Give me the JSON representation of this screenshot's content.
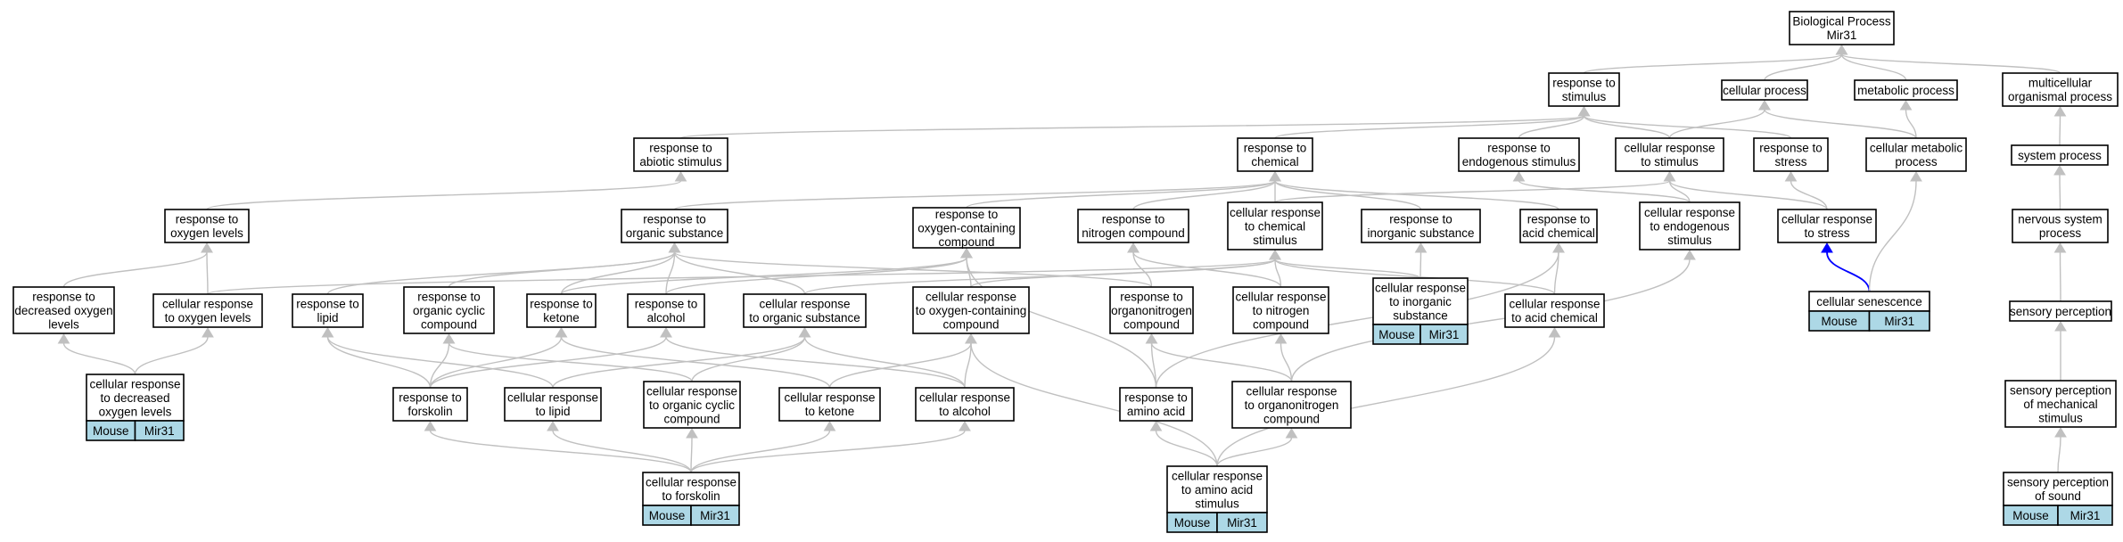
{
  "title": "Biological Process Mir31",
  "colors": {
    "edge": "#c0c0c0",
    "highlight_edge": "#0000ff",
    "tag_fill": "#add8e6",
    "node_border": "#000000"
  },
  "nodes": [
    {
      "id": "bp",
      "lines": [
        "Biological Process",
        "Mir31"
      ]
    },
    {
      "id": "rs",
      "lines": [
        "response to",
        "stimulus"
      ]
    },
    {
      "id": "cp",
      "lines": [
        "cellular process"
      ]
    },
    {
      "id": "mp",
      "lines": [
        "metabolic process"
      ]
    },
    {
      "id": "mop",
      "lines": [
        "multicellular",
        "organismal process"
      ]
    },
    {
      "id": "ras",
      "lines": [
        "response to",
        "abiotic stimulus"
      ]
    },
    {
      "id": "rc",
      "lines": [
        "response to",
        "chemical"
      ]
    },
    {
      "id": "res",
      "lines": [
        "response to",
        "endogenous stimulus"
      ]
    },
    {
      "id": "crs",
      "lines": [
        "cellular response",
        "to stimulus"
      ]
    },
    {
      "id": "rst",
      "lines": [
        "response to",
        "stress"
      ]
    },
    {
      "id": "cmp",
      "lines": [
        "cellular metabolic",
        "process"
      ]
    },
    {
      "id": "sp",
      "lines": [
        "system process"
      ]
    },
    {
      "id": "rol",
      "lines": [
        "response to",
        "oxygen levels"
      ]
    },
    {
      "id": "ros",
      "lines": [
        "response to",
        "organic substance"
      ]
    },
    {
      "id": "rocc",
      "lines": [
        "response to",
        "oxygen-containing",
        "compound"
      ]
    },
    {
      "id": "rnc",
      "lines": [
        "response to",
        "nitrogen compound"
      ]
    },
    {
      "id": "crcs",
      "lines": [
        "cellular response",
        "to chemical",
        "stimulus"
      ]
    },
    {
      "id": "ris",
      "lines": [
        "response to",
        "inorganic substance"
      ]
    },
    {
      "id": "rac",
      "lines": [
        "response to",
        "acid chemical"
      ]
    },
    {
      "id": "cres",
      "lines": [
        "cellular response",
        "to endogenous",
        "stimulus"
      ]
    },
    {
      "id": "crst",
      "lines": [
        "cellular response",
        "to stress"
      ]
    },
    {
      "id": "nsp",
      "lines": [
        "nervous system",
        "process"
      ]
    },
    {
      "id": "rdol",
      "lines": [
        "response to",
        "decreased oxygen",
        "levels"
      ]
    },
    {
      "id": "crol",
      "lines": [
        "cellular response",
        "to oxygen levels"
      ]
    },
    {
      "id": "rl",
      "lines": [
        "response to",
        "lipid"
      ]
    },
    {
      "id": "rocy",
      "lines": [
        "response to",
        "organic cyclic",
        "compound"
      ]
    },
    {
      "id": "rk",
      "lines": [
        "response to",
        "ketone"
      ]
    },
    {
      "id": "ra",
      "lines": [
        "response to",
        "alcohol"
      ]
    },
    {
      "id": "cros",
      "lines": [
        "cellular response",
        "to organic substance"
      ]
    },
    {
      "id": "crocc",
      "lines": [
        "cellular response",
        "to oxygen-containing",
        "compound"
      ]
    },
    {
      "id": "ron",
      "lines": [
        "response to",
        "organonitrogen",
        "compound"
      ]
    },
    {
      "id": "crnc",
      "lines": [
        "cellular response",
        "to nitrogen",
        "compound"
      ]
    },
    {
      "id": "cris",
      "lines": [
        "cellular response",
        "to inorganic",
        "substance"
      ],
      "tag": [
        "Mouse",
        "Mir31"
      ]
    },
    {
      "id": "crac",
      "lines": [
        "cellular response",
        "to acid chemical"
      ]
    },
    {
      "id": "cs",
      "lines": [
        "cellular senescence"
      ],
      "tag": [
        "Mouse",
        "Mir31"
      ]
    },
    {
      "id": "spe",
      "lines": [
        "sensory perception"
      ]
    },
    {
      "id": "crdol",
      "lines": [
        "cellular response",
        "to decreased",
        "oxygen levels"
      ],
      "tag": [
        "Mouse",
        "Mir31"
      ]
    },
    {
      "id": "rf",
      "lines": [
        "response to",
        "forskolin"
      ]
    },
    {
      "id": "crl",
      "lines": [
        "cellular response",
        "to lipid"
      ]
    },
    {
      "id": "crocy",
      "lines": [
        "cellular response",
        "to organic cyclic",
        "compound"
      ]
    },
    {
      "id": "crk",
      "lines": [
        "cellular response",
        "to ketone"
      ]
    },
    {
      "id": "cra",
      "lines": [
        "cellular response",
        "to alcohol"
      ]
    },
    {
      "id": "raa",
      "lines": [
        "response to",
        "amino acid"
      ]
    },
    {
      "id": "cron",
      "lines": [
        "cellular response",
        "to organonitrogen",
        "compound"
      ]
    },
    {
      "id": "spms",
      "lines": [
        "sensory perception",
        "of mechanical",
        "stimulus"
      ]
    },
    {
      "id": "crf",
      "lines": [
        "cellular response",
        "to forskolin"
      ],
      "tag": [
        "Mouse",
        "Mir31"
      ]
    },
    {
      "id": "craa",
      "lines": [
        "cellular response",
        "to amino acid",
        "stimulus"
      ],
      "tag": [
        "Mouse",
        "Mir31"
      ]
    },
    {
      "id": "sps",
      "lines": [
        "sensory perception",
        "of sound"
      ],
      "tag": [
        "Mouse",
        "Mir31"
      ]
    }
  ]
}
